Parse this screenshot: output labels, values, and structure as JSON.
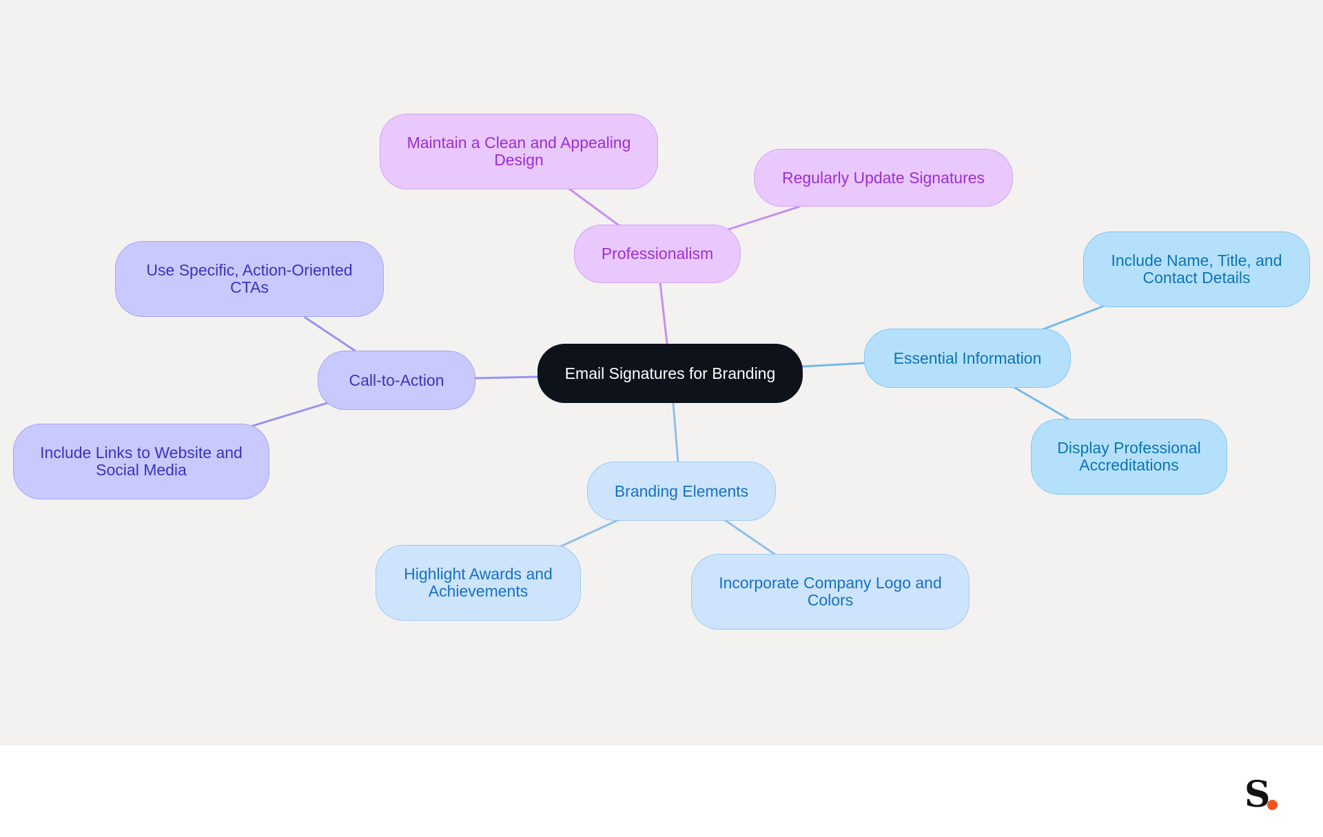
{
  "diagram": {
    "root": {
      "label": "Email Signatures for Branding"
    },
    "branches": [
      {
        "id": "professionalism",
        "label": "Professionalism",
        "color": "#c58ff0",
        "children": [
          "Maintain a Clean and Appealing Design",
          "Regularly Update Signatures"
        ]
      },
      {
        "id": "cta",
        "label": "Call-to-Action",
        "color": "#9593ef",
        "children": [
          "Use Specific, Action-Oriented CTAs",
          "Include Links to Website and Social Media"
        ]
      },
      {
        "id": "essential",
        "label": "Essential Information",
        "color": "#74b9ea",
        "children": [
          "Include Name, Title, and Contact Details",
          "Display Professional Accreditations"
        ]
      },
      {
        "id": "branding",
        "label": "Branding Elements",
        "color": "#8fbfea",
        "children": [
          "Highlight Awards and Achievements",
          "Incorporate Company Logo and Colors"
        ]
      }
    ]
  },
  "footer": {
    "logo_icon": "s-dot-logo-icon",
    "accent_color": "#f2541b"
  }
}
